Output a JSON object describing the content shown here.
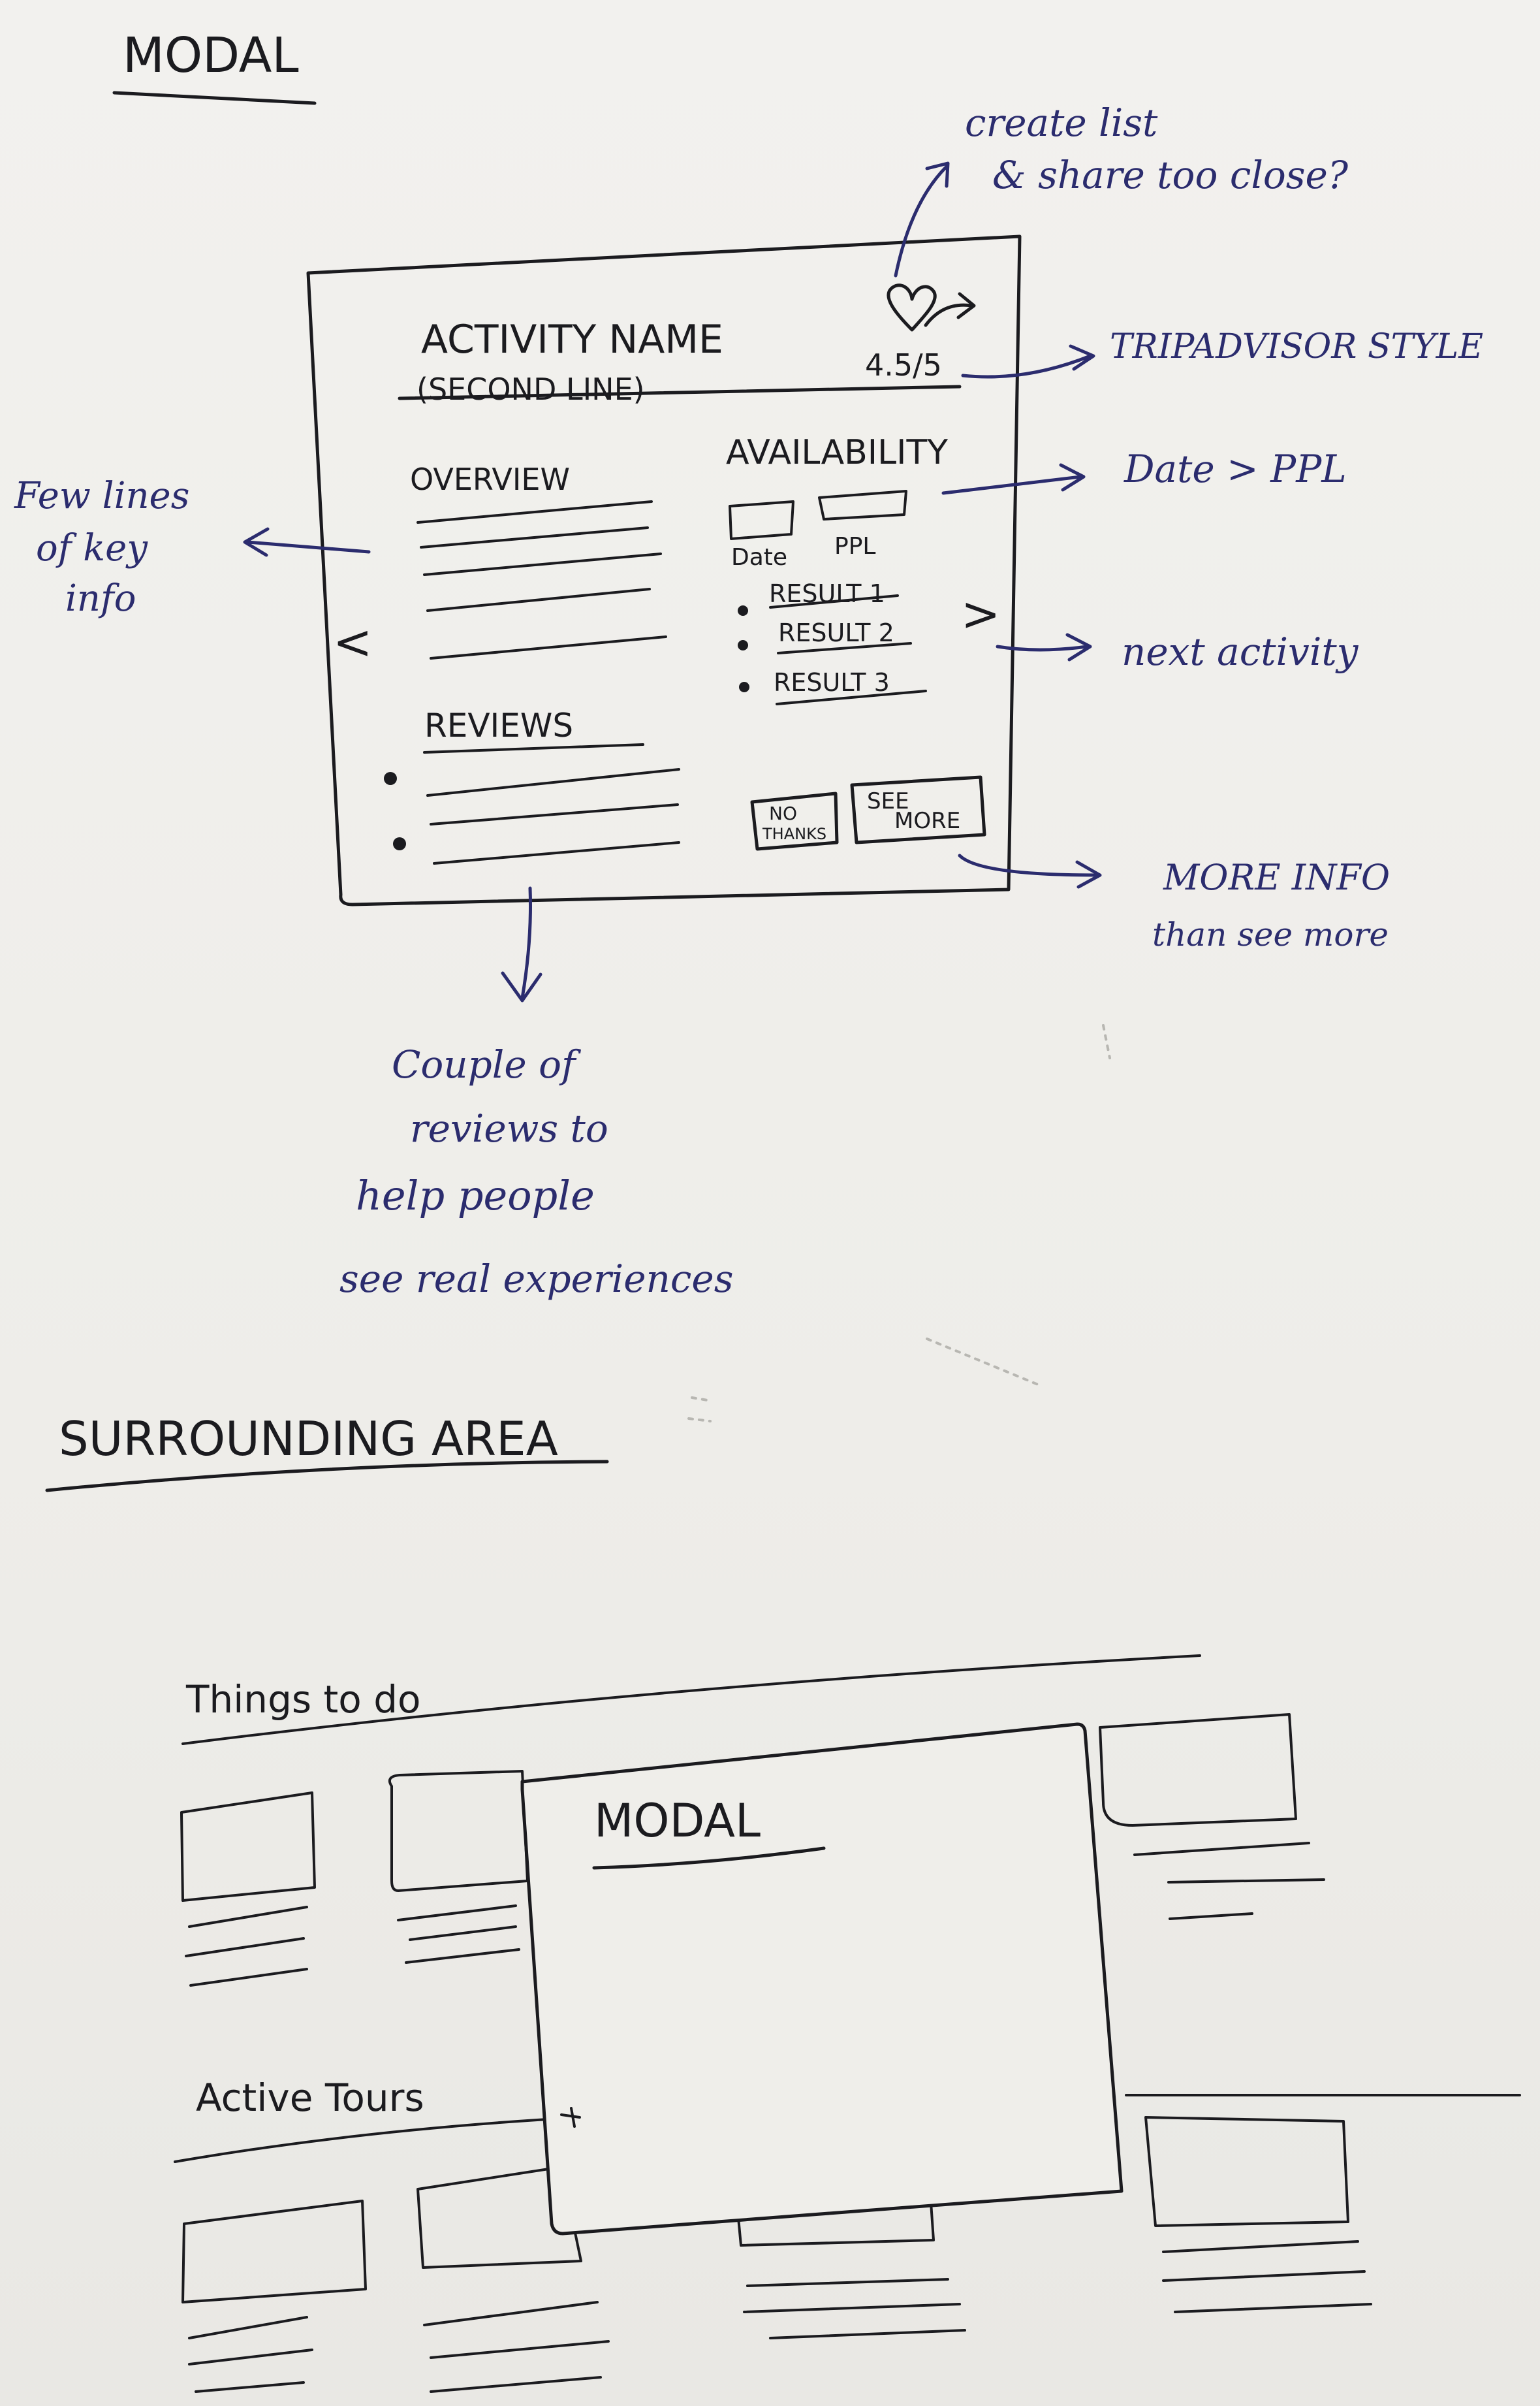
{
  "sections": {
    "modal_title": "MODAL",
    "surrounding_title": "SURROUNDING AREA"
  },
  "modal": {
    "activity_name": "ACTIVITY NAME",
    "second_line": "(SECOND LINE)",
    "rating": "4.5/5",
    "overview": "OVERVIEW",
    "availability": "AVAILABILITY",
    "date_label": "Date",
    "ppl_label": "PPL",
    "results": [
      "RESULT 1",
      "RESULT 2",
      "RESULT 3"
    ],
    "reviews": "REVIEWS",
    "no_thanks": [
      "NO",
      "THANKS"
    ],
    "see_more": [
      "SEE",
      "MORE"
    ],
    "prev_arrow": "<",
    "next_arrow": ">",
    "icons": [
      "heart-icon",
      "share-icon"
    ]
  },
  "annotations": {
    "create_list": [
      "create list",
      "& share too close?"
    ],
    "tripadvisor": "TRIPADVISOR STYLE",
    "date_ppl": "Date > PPL",
    "few_lines": [
      "Few lines",
      "of key",
      "info"
    ],
    "next_activity": "next activity",
    "more_info": [
      "MORE INFO",
      "than see more"
    ],
    "couple_reviews": [
      "Couple of",
      "reviews to",
      "help people",
      "see real experiences"
    ]
  },
  "surrounding": {
    "things_to_do": "Things to do",
    "modal_label": "MODAL",
    "active_tours": "Active Tours"
  },
  "colors": {
    "pencil": "#1b1b1f",
    "pen_blue": "#2b2c6e",
    "paper": "#eeede9"
  }
}
